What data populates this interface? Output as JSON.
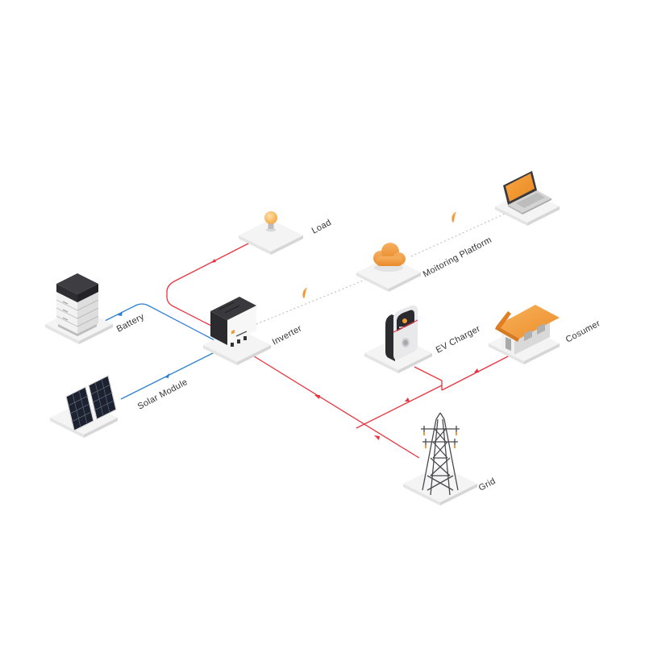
{
  "colors": {
    "ac_line": "#e8343f",
    "dc_line": "#2f7fd1",
    "comm_line": "#b8b8b8",
    "accent": "#f39a35",
    "pad_top": "#f4f4f4",
    "pad_side": "#dcdcdc"
  },
  "nodes": {
    "load": {
      "label": "Load",
      "icon": "light-bulb-icon"
    },
    "battery": {
      "label": "Battery",
      "icon": "battery-stack-icon"
    },
    "inverter": {
      "label": "Inverter",
      "icon": "inverter-icon"
    },
    "solar": {
      "label": "Solar Module",
      "icon": "solar-panel-icon"
    },
    "monitoring": {
      "label": "Moitoring Platform",
      "icon": "cloud-icon"
    },
    "laptop": {
      "label": "",
      "icon": "laptop-icon"
    },
    "ev_charger": {
      "label": "EV Charger",
      "icon": "ev-charger-icon"
    },
    "consumer": {
      "label": "Cosumer",
      "icon": "house-icon"
    },
    "grid": {
      "label": "Grid",
      "icon": "transmission-tower-icon"
    }
  }
}
